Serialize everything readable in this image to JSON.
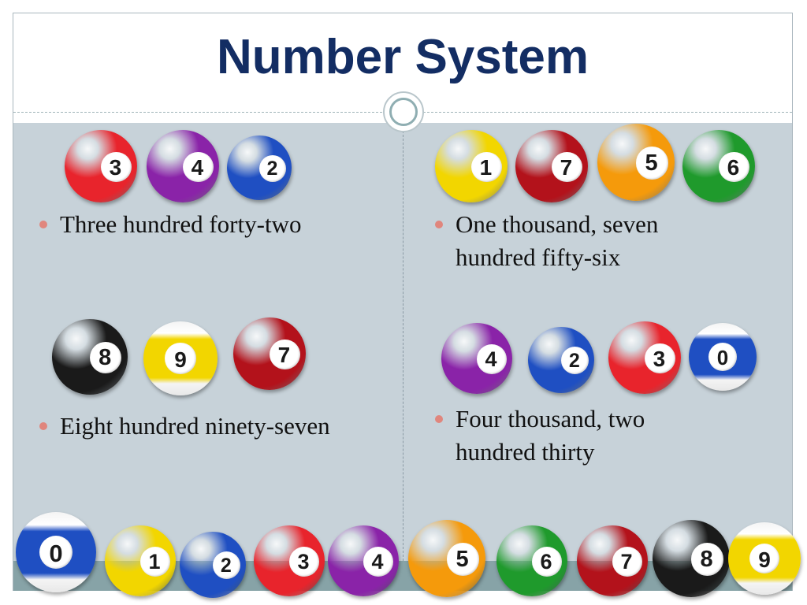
{
  "slide": {
    "title": "Number System",
    "quadrants": [
      {
        "text": "Three hundred forty-two",
        "balls": [
          {
            "n": "3",
            "color": "#e8242c"
          },
          {
            "n": "4",
            "color": "#8a23a8"
          },
          {
            "n": "2",
            "color": "#1f4fc2"
          }
        ]
      },
      {
        "text": "One thousand, seven hundred fifty-six",
        "balls": [
          {
            "n": "1",
            "color": "#f2d600"
          },
          {
            "n": "7",
            "color": "#b3121b"
          },
          {
            "n": "5",
            "color": "#f59a0b"
          },
          {
            "n": "6",
            "color": "#1f9a2c"
          }
        ]
      },
      {
        "text": "Eight hundred ninety-seven",
        "balls": [
          {
            "n": "8",
            "color": "#1a1a1a"
          },
          {
            "n": "9",
            "color": "#f2d600",
            "stripe": true
          },
          {
            "n": "7",
            "color": "#b3121b"
          }
        ]
      },
      {
        "text": "Four thousand, two hundred thirty",
        "balls": [
          {
            "n": "4",
            "color": "#8a23a8"
          },
          {
            "n": "2",
            "color": "#1f4fc2"
          },
          {
            "n": "3",
            "color": "#e8242c"
          },
          {
            "n": "0",
            "color": "#1f4fc2",
            "stripe": true
          }
        ]
      }
    ],
    "bottom_row": [
      {
        "n": "0",
        "color": "#1f4fc2",
        "stripe": true
      },
      {
        "n": "1",
        "color": "#f2d600"
      },
      {
        "n": "2",
        "color": "#1f4fc2"
      },
      {
        "n": "3",
        "color": "#e8242c"
      },
      {
        "n": "4",
        "color": "#8a23a8"
      },
      {
        "n": "5",
        "color": "#f59a0b"
      },
      {
        "n": "6",
        "color": "#1f9a2c"
      },
      {
        "n": "7",
        "color": "#b3121b"
      },
      {
        "n": "8",
        "color": "#1a1a1a"
      },
      {
        "n": "9",
        "color": "#f2d600",
        "stripe": true
      }
    ]
  },
  "colors": {
    "title": "#132d63",
    "panel": "#c7d2d9",
    "strip": "#87a3a7",
    "bullet": "#e0867d"
  }
}
